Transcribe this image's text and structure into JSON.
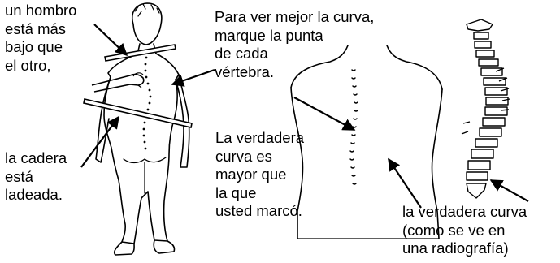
{
  "labels": {
    "shoulder": "un hombro\nestá más\nbajo que\nel otro,",
    "hip": "la cadera\nestá\nladeada.",
    "mark_tip": "Para ver mejor la curva,\nmarque la punta\nde cada\nvértebra.",
    "true_curve_greater": "La verdadera\ncurva es\nmayor que\nla que\nusted marcó.",
    "xray_curve": "la verdadera curva\n(como se ve en\nuna radiografía)"
  }
}
